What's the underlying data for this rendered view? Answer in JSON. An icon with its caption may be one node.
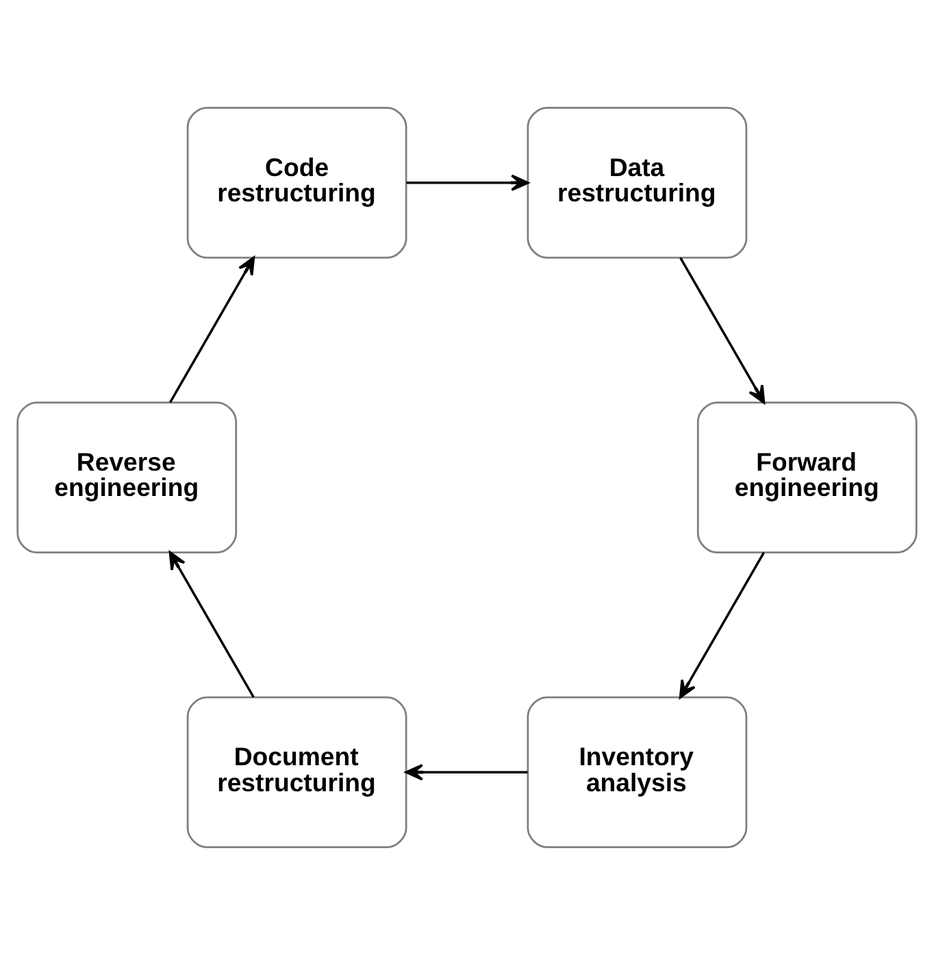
{
  "diagram": {
    "nodes": [
      {
        "text": [
          "Inventory analysis"
        ]
      },
      {
        "text": [
          "Document restructuring"
        ]
      },
      {
        "text": [
          "Reverse engineering"
        ]
      },
      {
        "text": [
          "Code restructuring"
        ]
      },
      {
        "text": [
          "Data restructuring"
        ]
      },
      {
        "text": [
          "Forward engineering"
        ]
      }
    ],
    "edges": [
      {
        "from": 0,
        "to": 1,
        "arrow": "to"
      },
      {
        "from": 1,
        "to": 2,
        "arrow": "to"
      },
      {
        "from": 2,
        "to": 3,
        "arrow": "to"
      },
      {
        "from": 3,
        "to": 4,
        "arrow": "to"
      },
      {
        "from": 4,
        "to": 5,
        "arrow": "to"
      },
      {
        "from": 5,
        "to": 0,
        "arrow": "to"
      }
    ]
  }
}
